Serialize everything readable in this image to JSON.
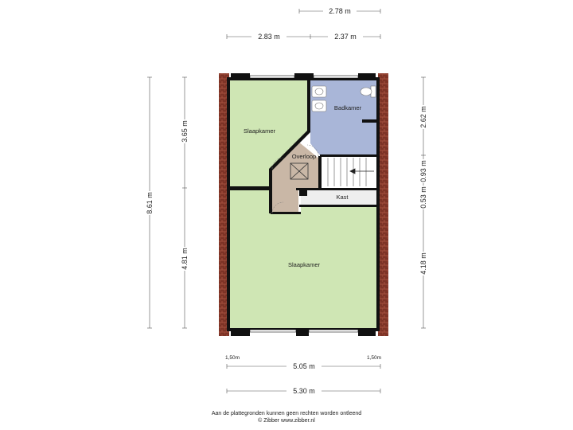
{
  "colors": {
    "bedroom": "#cfe6b4",
    "bathroom": "#a9b6d8",
    "landing": "#c9b7a6",
    "wall": "#111111",
    "roof": "#8a3a2c",
    "storage": "#eeeeee"
  },
  "rooms": {
    "bedroom_top": "Slaapkamer",
    "bathroom": "Badkamer",
    "landing": "Overloop",
    "storage": "Kast",
    "bedroom_bottom": "Slaapkamer"
  },
  "dimensions": {
    "top_total": "2.78 m",
    "top_left": "2.83 m",
    "top_right": "2.37 m",
    "left_total": "8.61 m",
    "left_upper": "3.65 m",
    "left_lower": "4.81 m",
    "right_upper": "2.62 m",
    "right_mid1": "0.93 m",
    "right_mid2": "0.53 m",
    "right_lower": "4.18 m",
    "bottom_left_height": "1,50m",
    "bottom_right_height": "1,50m",
    "bottom_inner": "5.05 m",
    "bottom_outer": "5.30 m"
  },
  "footer": {
    "disclaimer": "Aan de plattegronden kunnen geen rechten worden ontleend",
    "copyright": "© Zibber www.zibber.nl"
  }
}
